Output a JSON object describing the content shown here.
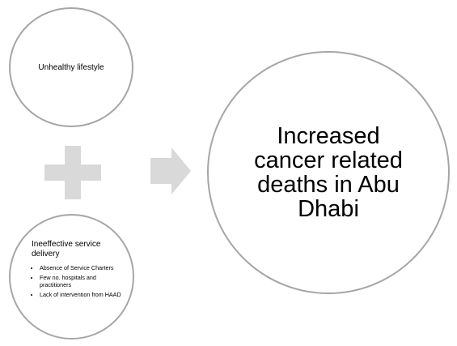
{
  "diagram": {
    "cause_1": {
      "label": "Unhealthy lifestyle"
    },
    "cause_2": {
      "heading": "Ineeffective service delivery",
      "bullets": [
        "Absence of Service Charters",
        "Few no. hospitals and practitioners",
        "Lack of intervention from HAAD"
      ]
    },
    "outcome": {
      "label": "Increased cancer related deaths in Abu Dhabi"
    },
    "colors": {
      "outline": "#a6a6a6",
      "connector": "#d9d9d9",
      "text": "#000000",
      "background": "#ffffff"
    },
    "icons": {
      "combine": "plus-icon",
      "leads_to": "arrow-right-icon"
    }
  }
}
